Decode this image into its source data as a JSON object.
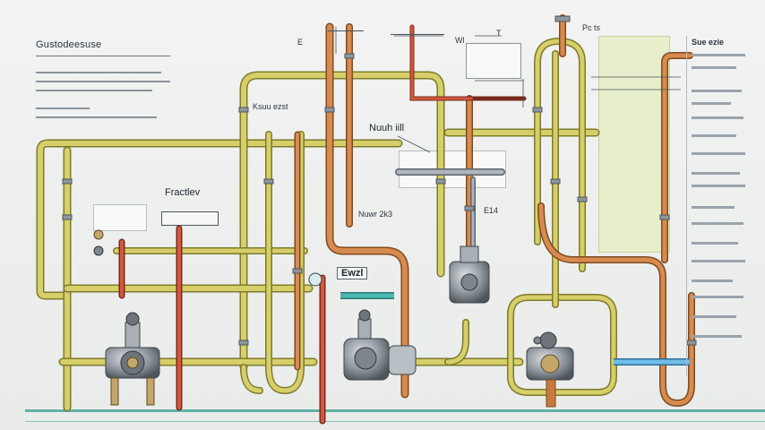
{
  "diagram": {
    "title": "Gustodeesuse",
    "notes": [
      "Ksuu ezst",
      "Fractlev",
      "Ewzl",
      "Nuuh iill",
      "Nuwr 2k3",
      "Pc ts"
    ],
    "valve_tags": [
      "E",
      "Wl",
      "T",
      "E14"
    ],
    "legend_header": "Sue ezie",
    "colors": {
      "pipe_yellow": "#c9c25a",
      "pipe_yellow_edge": "#7e7a2c",
      "pipe_copper": "#c77a3e",
      "pipe_copper_edge": "#7e4a22",
      "pipe_red": "#c8523a",
      "pipe_gray": "#9ba3aa",
      "pipe_teal": "#3fa6a0",
      "pipe_blue": "#5aa6d6",
      "floor_line": "#5fb3a6",
      "green_panel": "#e3ecc8"
    }
  }
}
